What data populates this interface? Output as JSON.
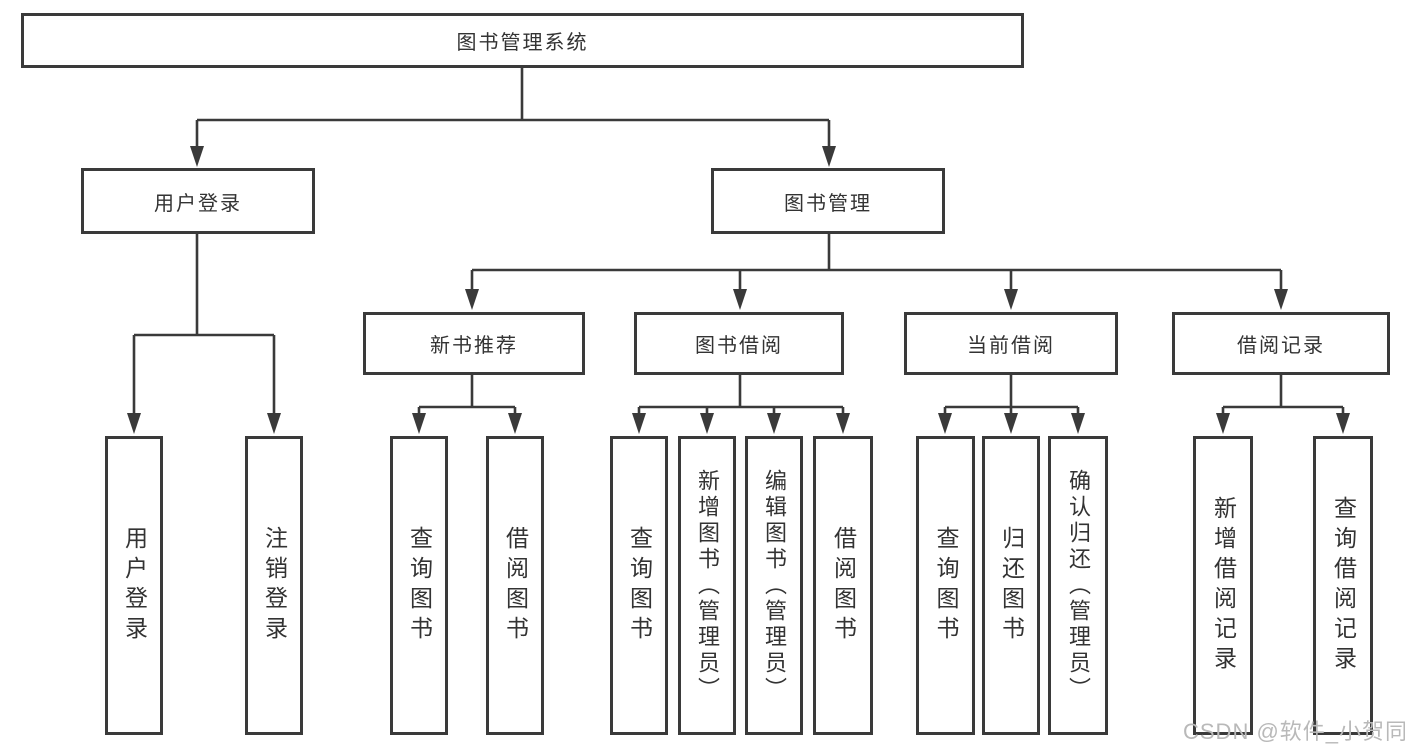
{
  "tree": {
    "label": "图书管理系统",
    "children": [
      {
        "label": "用户登录",
        "children": [
          {
            "label": "用户登录"
          },
          {
            "label": "注销登录"
          }
        ]
      },
      {
        "label": "图书管理",
        "children": [
          {
            "label": "新书推荐",
            "children": [
              {
                "label": "查询图书"
              },
              {
                "label": "借阅图书"
              }
            ]
          },
          {
            "label": "图书借阅",
            "children": [
              {
                "label": "查询图书"
              },
              {
                "label": "新增图书（管理员）"
              },
              {
                "label": "编辑图书（管理员）"
              },
              {
                "label": "借阅图书"
              }
            ]
          },
          {
            "label": "当前借阅",
            "children": [
              {
                "label": "查询图书"
              },
              {
                "label": "归还图书"
              },
              {
                "label": "确认归还（管理员）"
              }
            ]
          },
          {
            "label": "借阅记录",
            "children": [
              {
                "label": "新增借阅记录"
              },
              {
                "label": "查询借阅记录"
              }
            ]
          }
        ]
      }
    ]
  },
  "watermark": "CSDN @软件_小贺同学",
  "colors": {
    "stroke": "#3a3a3a",
    "text": "#333333",
    "watermark": "#b9b9b9"
  }
}
